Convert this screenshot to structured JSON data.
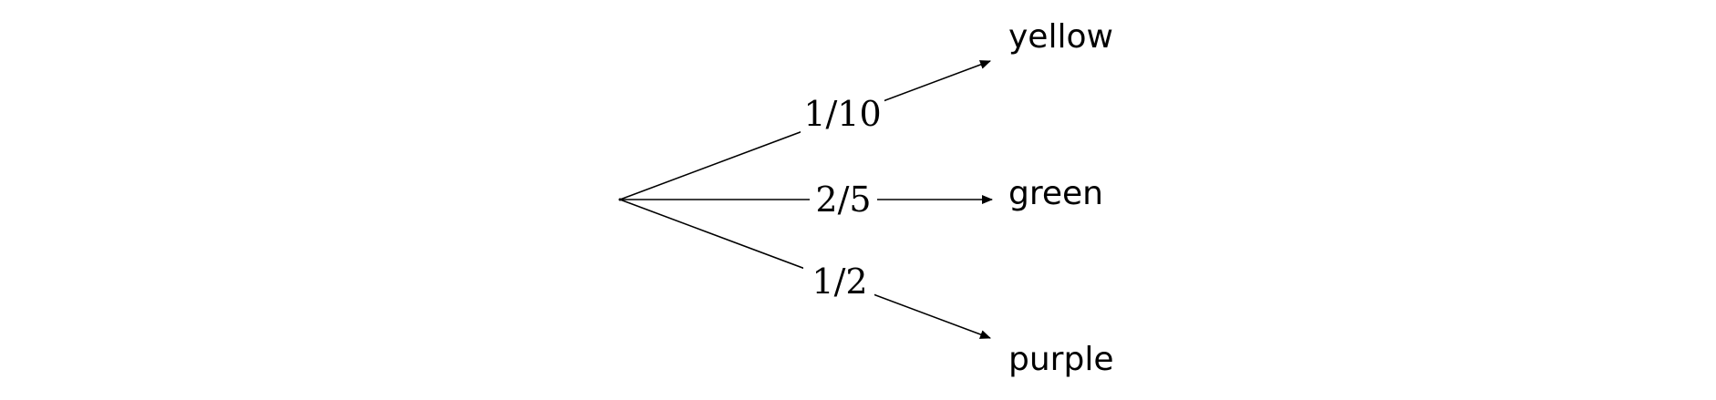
{
  "tree": {
    "branches": [
      {
        "probability": "1/10",
        "outcome": "yellow"
      },
      {
        "probability": "2/5",
        "outcome": "green"
      },
      {
        "probability": "1/2",
        "outcome": "purple"
      }
    ]
  }
}
